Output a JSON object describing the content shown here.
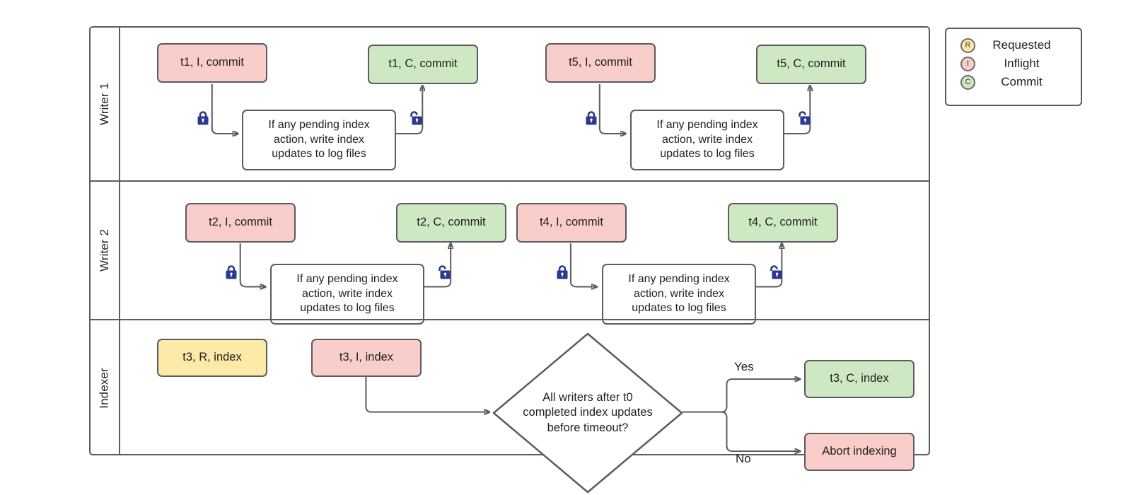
{
  "diagram": {
    "title": "Writer and Indexer concurrency swimlane diagram",
    "colors": {
      "inflight": "#f9cdc9",
      "commit": "#cfe8c4",
      "requested": "#fde9a8",
      "plain": "#ffffff",
      "stroke": "#5c5c5c",
      "lock": "#2b3990"
    }
  },
  "lanes": [
    {
      "label": "Writer 1",
      "nodes": [
        {
          "name": "writer1-t1-inflight",
          "text": "t1, I, commit",
          "kind": "inflight"
        },
        {
          "name": "writer1-t1-commit",
          "text": "t1, C, commit",
          "kind": "commit"
        },
        {
          "name": "writer1-index-write-1",
          "text": "If any pending index action, write index updates to log files",
          "kind": "plain"
        },
        {
          "name": "writer1-t5-inflight",
          "text": "t5, I, commit",
          "kind": "inflight"
        },
        {
          "name": "writer1-t5-commit",
          "text": "t5, C, commit",
          "kind": "commit"
        },
        {
          "name": "writer1-index-write-2",
          "text": "If any pending index action, write index updates to log files",
          "kind": "plain"
        }
      ]
    },
    {
      "label": "Writer 2",
      "nodes": [
        {
          "name": "writer2-t2-inflight",
          "text": "t2, I, commit",
          "kind": "inflight"
        },
        {
          "name": "writer2-t2-commit",
          "text": "t2, C, commit",
          "kind": "commit"
        },
        {
          "name": "writer2-index-write-1",
          "text": "If any pending index action, write index updates to log files",
          "kind": "plain"
        },
        {
          "name": "writer2-t4-inflight",
          "text": "t4, I, commit",
          "kind": "inflight"
        },
        {
          "name": "writer2-t4-commit",
          "text": "t4, C, commit",
          "kind": "commit"
        },
        {
          "name": "writer2-index-write-2",
          "text": "If any pending index action, write index updates to log files",
          "kind": "plain"
        }
      ]
    },
    {
      "label": "Indexer",
      "nodes": [
        {
          "name": "indexer-t3-requested",
          "text": "t3, R, index",
          "kind": "requested"
        },
        {
          "name": "indexer-t3-inflight",
          "text": "t3, I, index",
          "kind": "inflight"
        },
        {
          "name": "indexer-t3-commit",
          "text": "t3, C, index",
          "kind": "commit"
        },
        {
          "name": "indexer-abort",
          "text": "Abort indexing",
          "kind": "inflight"
        }
      ],
      "decision": {
        "name": "indexer-decision",
        "line1": "All writers after t0",
        "line2": "completed index updates",
        "line3": "before timeout?"
      },
      "edge_labels": {
        "yes": "Yes",
        "no": "No"
      }
    }
  ],
  "node_text": {
    "t1_inflight": "t1, I, commit",
    "t1_commit": "t1, C, commit",
    "t5_inflight": "t5, I, commit",
    "t5_commit": "t5, C, commit",
    "t2_inflight": "t2, I, commit",
    "t2_commit": "t2, C, commit",
    "t4_inflight": "t4, I, commit",
    "t4_commit": "t4, C, commit",
    "t3_requested": "t3, R, index",
    "t3_inflight": "t3, I, index",
    "t3_commit": "t3, C, index",
    "abort": "Abort indexing",
    "index_write_l1": "If any pending index",
    "index_write_l2": "action, write index",
    "index_write_l3": "updates to log files",
    "decision_l1": "All writers after t0",
    "decision_l2": "completed index updates",
    "decision_l3": "before timeout?",
    "yes": "Yes",
    "no": "No"
  },
  "lane_labels": {
    "writer1": "Writer 1",
    "writer2": "Writer 2",
    "indexer": "Indexer"
  },
  "legend": {
    "items": [
      {
        "badge": "R",
        "label": "Requested",
        "color": "#fde9a8",
        "icon": "requested-badge-icon"
      },
      {
        "badge": "I",
        "label": "Inflight",
        "color": "#f9cdc9",
        "icon": "inflight-badge-icon"
      },
      {
        "badge": "C",
        "label": "Commit",
        "color": "#cfe8c4",
        "icon": "commit-badge-icon"
      }
    ]
  },
  "icons": {
    "lock_closed": "lock-closed-icon",
    "lock_open": "lock-open-icon"
  }
}
